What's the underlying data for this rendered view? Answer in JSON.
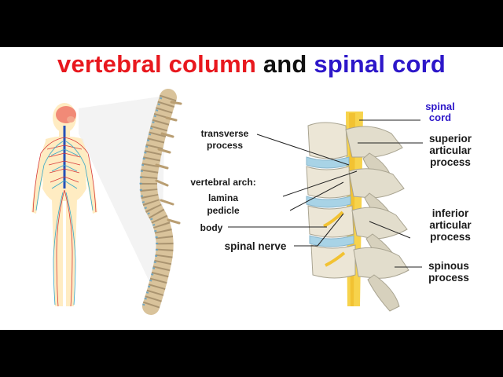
{
  "title": {
    "part1": "vertebral column",
    "part2": "and",
    "part3": "spinal cord"
  },
  "colors": {
    "red": "#e8181e",
    "blue": "#2d17c9",
    "black": "#111111"
  },
  "labels": {
    "spinal_cord_1": "spinal",
    "spinal_cord_2": "cord",
    "transverse_1": "transverse",
    "transverse_2": "process",
    "vertebral_arch": "vertebral arch:",
    "lamina": "lamina",
    "pedicle": "pedicle",
    "body": "body",
    "spinal_nerve": "spinal nerve",
    "superior_1": "superior",
    "superior_2": "articular",
    "superior_3": "process",
    "inferior_1": "inferior",
    "inferior_2": "articular",
    "inferior_3": "process",
    "spinous_1": "spinous",
    "spinous_2": "process"
  }
}
